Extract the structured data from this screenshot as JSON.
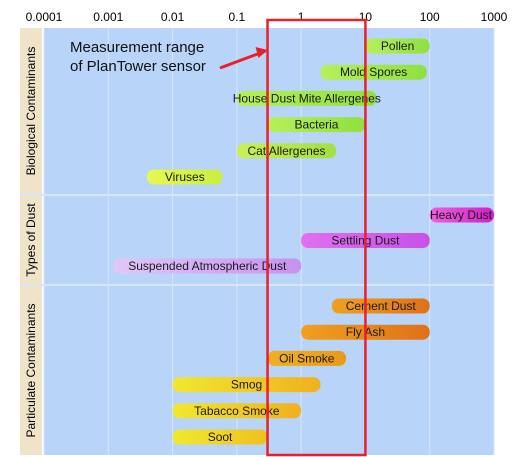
{
  "chart_data": {
    "type": "range-bar",
    "x_scale": "log",
    "xlim": [
      0.0001,
      1000
    ],
    "tick_labels": [
      "0.0001",
      "0.001",
      "0.01",
      "0.1",
      "1",
      "10",
      "100",
      "1000"
    ],
    "grid": true,
    "groups": [
      {
        "name": "Biological Contaminants",
        "bars": [
          {
            "label": "Pollen",
            "start": 10,
            "end": 100,
            "color_start": "#b6f05a",
            "color_end": "#8fe040"
          },
          {
            "label": "Mold Spores",
            "start": 2,
            "end": 90,
            "color_start": "#b6f05a",
            "color_end": "#8fe040"
          },
          {
            "label": "House Dust Mite Allergenes",
            "start": 0.1,
            "end": 15,
            "color_start": "#b6f05a",
            "color_end": "#8fe040"
          },
          {
            "label": "Bacteria",
            "start": 0.3,
            "end": 10,
            "color_start": "#b6f05a",
            "color_end": "#8fe040"
          },
          {
            "label": "Cat Allergenes",
            "start": 0.1,
            "end": 3.5,
            "color_start": "#c8f058",
            "color_end": "#a0e040"
          },
          {
            "label": "Viruses",
            "start": 0.004,
            "end": 0.06,
            "color_start": "#e8f850",
            "color_end": "#c8ee40"
          }
        ]
      },
      {
        "name": "Types of Dust",
        "bars": [
          {
            "label": "Heavy Dust",
            "start": 100,
            "end": 1000,
            "color_start": "#f060e0",
            "color_end": "#d020c8"
          },
          {
            "label": "Settling Dust",
            "start": 1,
            "end": 100,
            "color_start": "#e070f0",
            "color_end": "#c850e8"
          },
          {
            "label": "Suspended Atmospheric Dust",
            "start": 0.0012,
            "end": 1,
            "color_start": "#e0c8f8",
            "color_end": "#c890f0"
          }
        ]
      },
      {
        "name": "Particulate Contaminants",
        "bars": [
          {
            "label": "Cement Dust",
            "start": 3,
            "end": 100,
            "color_start": "#f0a020",
            "color_end": "#e07018"
          },
          {
            "label": "Fly Ash",
            "start": 1,
            "end": 100,
            "color_start": "#f0a020",
            "color_end": "#e07018"
          },
          {
            "label": "Oil Smoke",
            "start": 0.3,
            "end": 5,
            "color_start": "#f0b020",
            "color_end": "#e89a18"
          },
          {
            "label": "Smog",
            "start": 0.01,
            "end": 2,
            "color_start": "#f0e830",
            "color_end": "#f0b020"
          },
          {
            "label": "Tabacco Smoke",
            "start": 0.01,
            "end": 1,
            "color_start": "#f0e830",
            "color_end": "#f0b020"
          },
          {
            "label": "Soot",
            "start": 0.01,
            "end": 0.3,
            "color_start": "#f0e830",
            "color_end": "#f0c020"
          }
        ]
      }
    ],
    "annotation": {
      "text_lines": [
        "Measurement range",
        "of PlanTower sensor"
      ],
      "range": [
        0.3,
        10
      ],
      "box_color": "#e8202a",
      "arrow_color": "#e8202a"
    },
    "colors": {
      "plot_background": "#b8d4f8",
      "grid": "#d8e6fa",
      "group_label_background": "#f0e4c8"
    }
  }
}
